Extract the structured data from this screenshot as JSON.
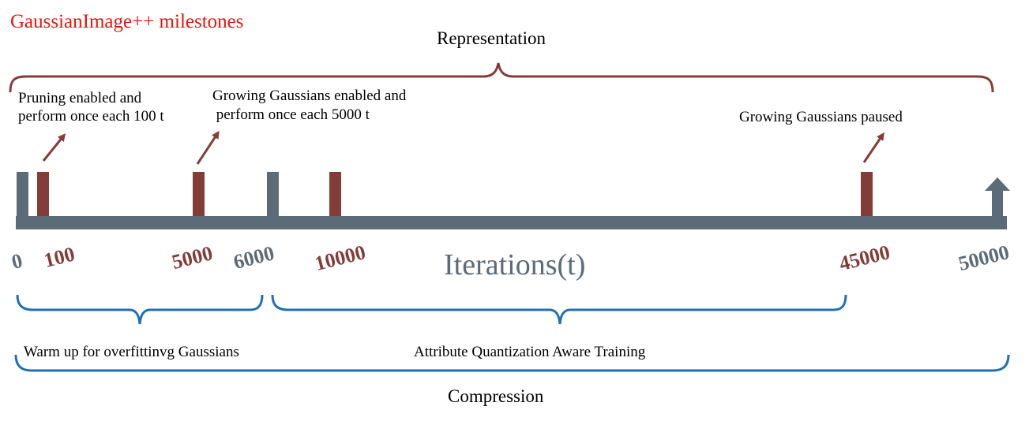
{
  "title": "GaussianImage++ milestones",
  "representation_label": "Representation",
  "compression_label": "Compression",
  "axis_label": "Iterations(t)",
  "events": [
    {
      "text_line1": "Pruning enabled and",
      "text_line2": "perform once each 100 t"
    },
    {
      "text_line1": "Growing Gaussians enabled and",
      "text_line2": " perform once each 5000 t"
    },
    {
      "text_line1": "Growing Gaussians paused",
      "text_line2": ""
    }
  ],
  "ticks": [
    {
      "label": "0",
      "value": 0,
      "color": "#5b6b78"
    },
    {
      "label": "100",
      "value": 100,
      "color": "#843c39"
    },
    {
      "label": "5000",
      "value": 5000,
      "color": "#843c39"
    },
    {
      "label": "6000",
      "value": 6000,
      "color": "#5b6b78"
    },
    {
      "label": "10000",
      "value": 10000,
      "color": "#843c39"
    },
    {
      "label": "45000",
      "value": 45000,
      "color": "#843c39"
    },
    {
      "label": "50000",
      "value": 50000,
      "color": "#5b6b78"
    }
  ],
  "phases": [
    {
      "label": "Warm up for overfittinvg Gaussians"
    },
    {
      "label": "Attribute Quantization Aware Training"
    }
  ],
  "colors": {
    "axis": "#5b6b78",
    "marker_red": "#843c39",
    "brace_red": "#843c39",
    "brace_blue": "#1f6fb5",
    "title": "#e8140f"
  }
}
